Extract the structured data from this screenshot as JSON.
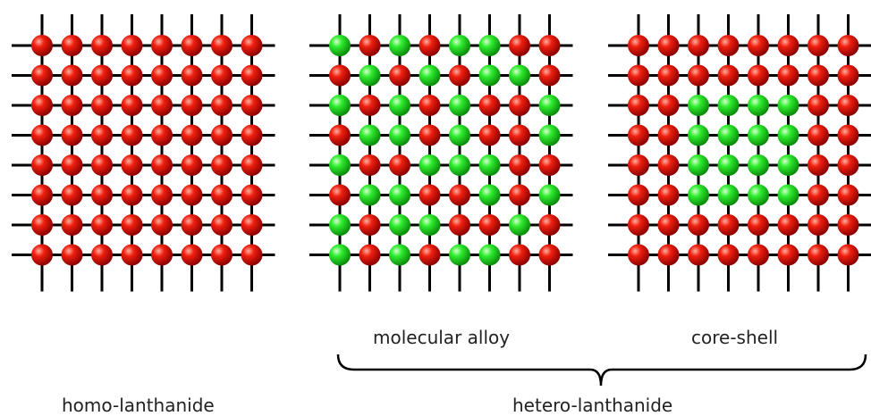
{
  "colors": {
    "red": "#e01010",
    "green": "#22dd22",
    "line": "#000000"
  },
  "labels": {
    "molecular_alloy": "molecular alloy",
    "core_shell": "core-shell",
    "homo": "homo-lanthanide",
    "hetero": "hetero-lanthanide"
  },
  "lattices": [
    {
      "id": "homo-lanthanide-lattice",
      "rows": [
        "RRRRRRRR",
        "RRRRRRRR",
        "RRRRRRRR",
        "RRRRRRRR",
        "RRRRRRRR",
        "RRRRRRRR",
        "RRRRRRRR",
        "RRRRRRRR"
      ]
    },
    {
      "id": "molecular-alloy-lattice",
      "rows": [
        "GRGRGGRR",
        "RGRGRGGR",
        "GRGRGRRG",
        "RGGRGRRG",
        "GRRGGGRR",
        "RGGRRGRG",
        "GRGGRRGR",
        "GRGRGGRR"
      ]
    },
    {
      "id": "core-shell-lattice",
      "rows": [
        "RRRRRRRR",
        "RRRRRRRR",
        "RRGGGGRR",
        "RRGGGGRR",
        "RRGGGGRR",
        "RRGGGGRR",
        "RRRRRRRR",
        "RRRRRRRR"
      ]
    }
  ]
}
